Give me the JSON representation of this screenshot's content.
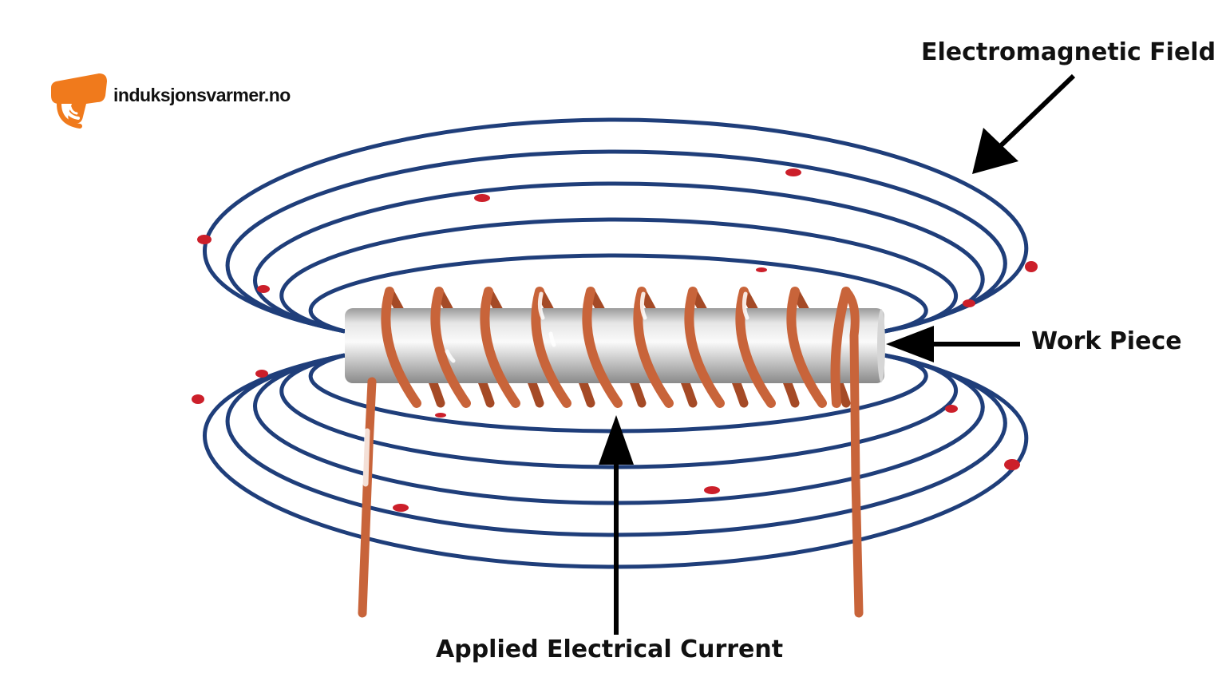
{
  "brand": {
    "name": "induksjonsvarmer.no",
    "icon": "heat-gun-logo",
    "color": "#f07a1c"
  },
  "labels": {
    "electromagnetic_field": "Electromagnetic Field",
    "work_piece": "Work Piece",
    "applied_current": "Applied Electrical Current"
  },
  "colors": {
    "field_lines": "#1f3e7a",
    "copper_coil": "#c8643a",
    "work_piece": "#c9c9c9",
    "field_markers": "#cc1f2a",
    "arrows": "#000000"
  }
}
